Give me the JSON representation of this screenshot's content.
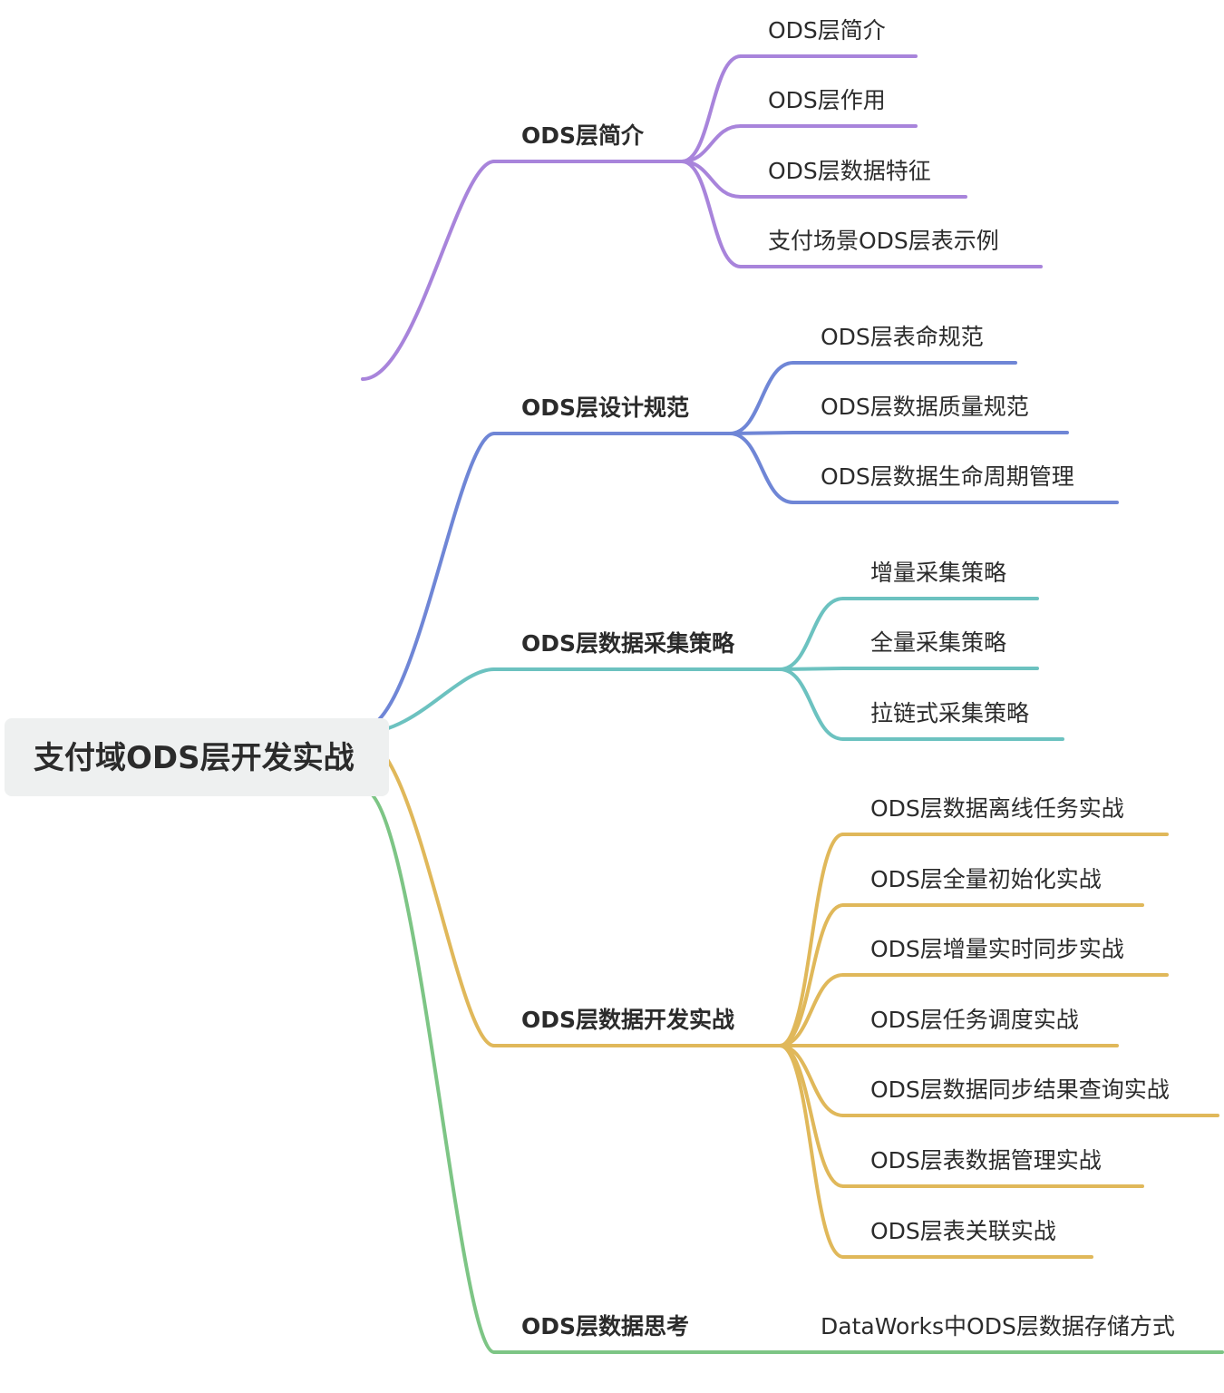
{
  "root": {
    "label": "支付域ODS层开发实战"
  },
  "branches": [
    {
      "label": "ODS层简介",
      "color": "#a884db",
      "children": [
        "ODS层简介",
        "ODS层作用",
        "ODS层数据特征",
        "支付场景ODS层表示例"
      ]
    },
    {
      "label": "ODS层设计规范",
      "color": "#6f86d6",
      "children": [
        "ODS层表命规范",
        "ODS层数据质量规范",
        "ODS层数据生命周期管理"
      ]
    },
    {
      "label": "ODS层数据采集策略",
      "color": "#6cc2c0",
      "children": [
        "增量采集策略",
        "全量采集策略",
        "拉链式采集策略"
      ]
    },
    {
      "label": "ODS层数据开发实战",
      "color": "#e0b85a",
      "children": [
        "ODS层数据离线任务实战",
        "ODS层全量初始化实战",
        "ODS层增量实时同步实战",
        "ODS层任务调度实战",
        "ODS层数据同步结果查询实战",
        "ODS层表数据管理实战",
        "ODS层表关联实战"
      ]
    },
    {
      "label": "ODS层数据思考",
      "color": "#7dc585",
      "children": [
        "DataWorks中ODS层数据存储方式"
      ]
    }
  ]
}
